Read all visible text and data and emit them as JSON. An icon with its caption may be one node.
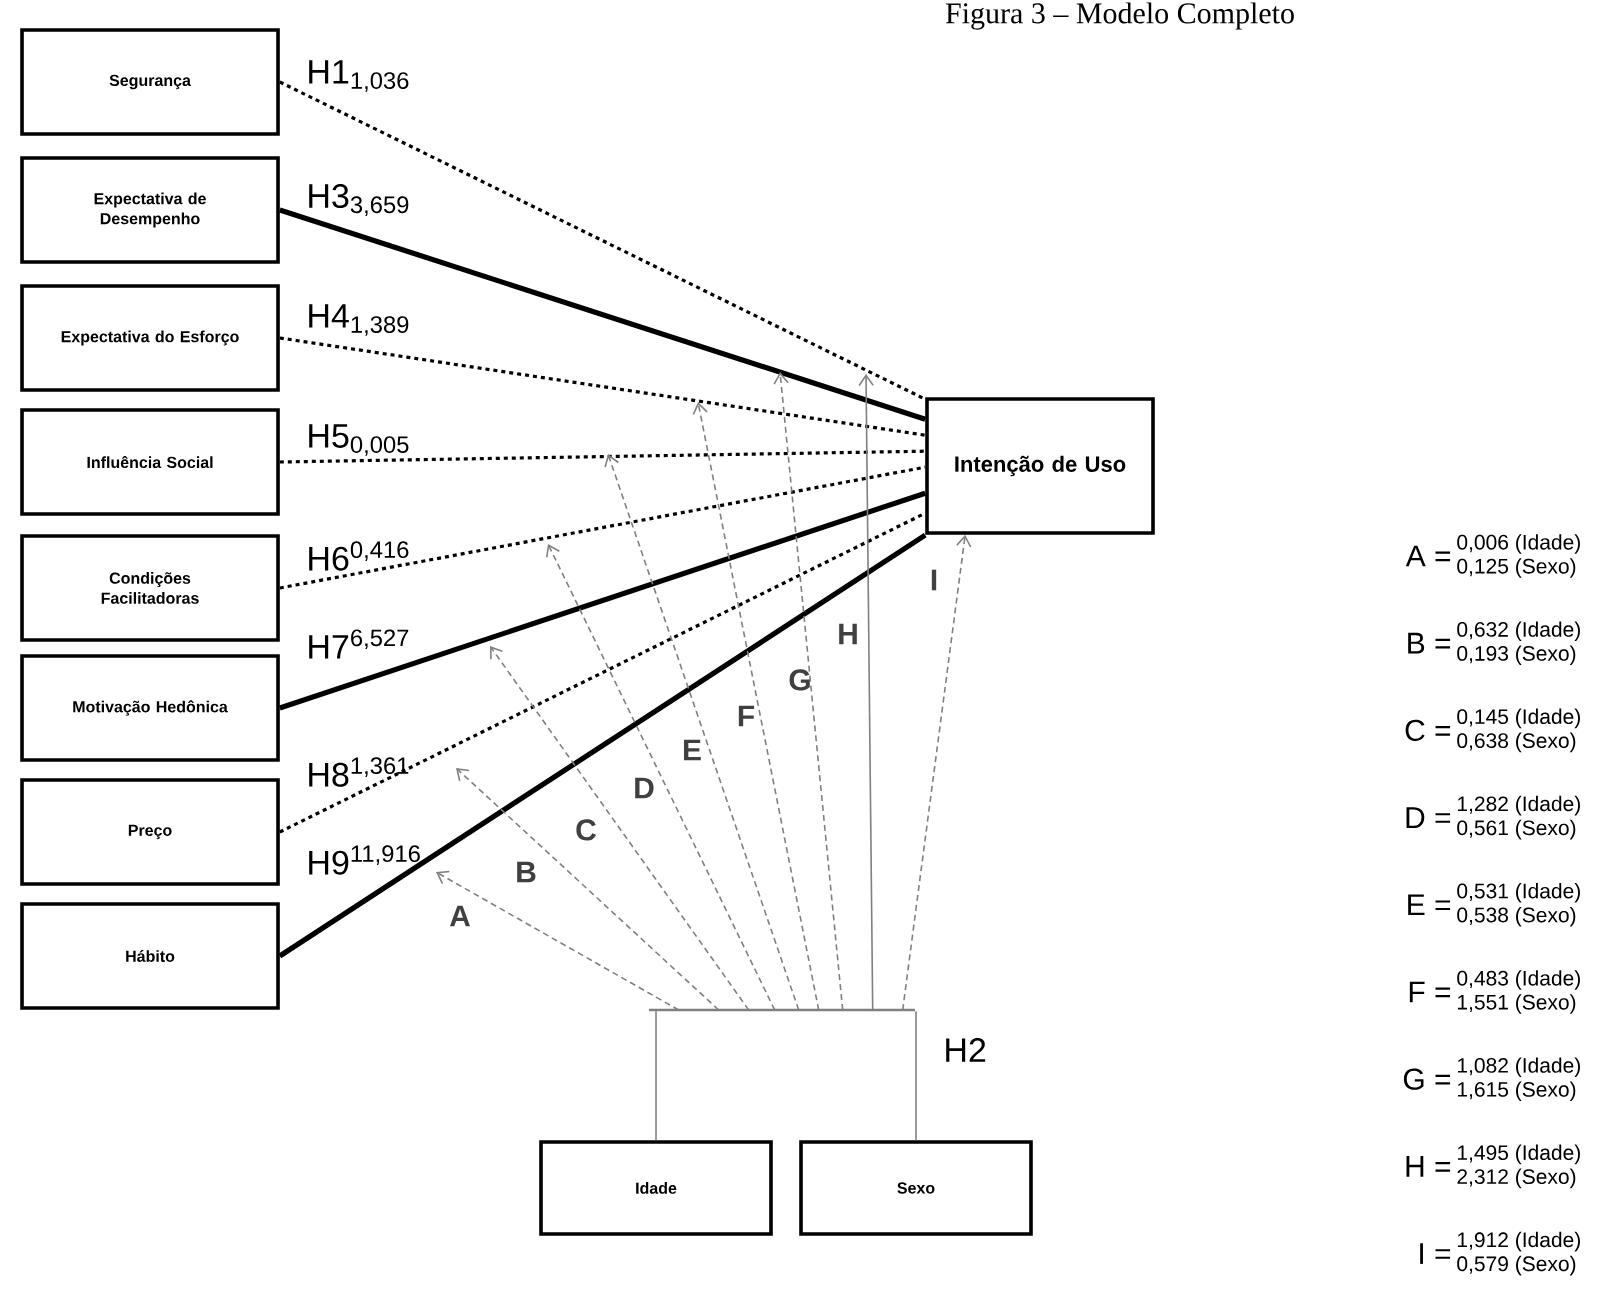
{
  "diagram": {
    "title": "Figura 3 – Modelo Completo",
    "nodes": [
      {
        "text": [
          "Segurança"
        ]
      },
      {
        "text": [
          "Expectativa de Desempenho"
        ]
      },
      {
        "text": [
          "Expectativa do Esforço"
        ]
      },
      {
        "text": [
          "Influência Social"
        ]
      },
      {
        "text": [
          "Condições Facilitadoras"
        ]
      },
      {
        "text": [
          "Motivação Hedônica"
        ]
      },
      {
        "text": [
          "Preço"
        ]
      },
      {
        "text": [
          "Hábito"
        ]
      },
      {
        "text": [
          "Intenção de Uso"
        ]
      },
      {
        "text": [
          "Idade"
        ]
      },
      {
        "text": [
          "Sexo"
        ]
      },
      {
        "text": [],
        "shape": "bar",
        "beside": [
          "H2"
        ]
      }
    ],
    "edges": [
      {
        "from": 0,
        "to": 8,
        "arrow": "none",
        "label": "H1$_{1,036}$",
        "style": "dashed",
        "color": "#000000"
      },
      {
        "from": 1,
        "to": 8,
        "arrow": "none",
        "label": "H3$_{3,659}$",
        "style": "thick",
        "color": "#000000"
      },
      {
        "from": 2,
        "to": 8,
        "arrow": "none",
        "label": "H4$_{1,389}$",
        "style": "dashed",
        "color": "#000000"
      },
      {
        "from": 3,
        "to": 8,
        "arrow": "none",
        "label": "H5$_{0,005}$",
        "style": "dashed",
        "color": "#000000"
      },
      {
        "from": 4,
        "to": 8,
        "arrow": "none",
        "label": "H6$^{0,416}$",
        "style": "dashed",
        "color": "#000000"
      },
      {
        "from": 5,
        "to": 8,
        "arrow": "none",
        "label": "H7$^{6,527}$",
        "style": "thick",
        "color": "#000000"
      },
      {
        "from": 6,
        "to": 8,
        "arrow": "none",
        "label": "H8$^{1,361}$",
        "style": "dashed",
        "color": "#000000"
      },
      {
        "from": 7,
        "to": 8,
        "arrow": "none",
        "label": "H9$^{11,916}$",
        "style": "thick",
        "color": "#000000"
      },
      {
        "from": 9,
        "to": 11,
        "arrow": "none",
        "color": "#808080"
      },
      {
        "from": 10,
        "to": 11,
        "arrow": "none",
        "color": "#808080"
      },
      {
        "from": 11,
        "to": null,
        "arrow": "to",
        "label": "A",
        "style": "dashed",
        "color": "#808080"
      },
      {
        "from": 11,
        "to": null,
        "arrow": "to",
        "label": "B",
        "style": "dashed",
        "color": "#808080"
      },
      {
        "from": 11,
        "to": null,
        "arrow": "to",
        "label": "C",
        "style": "dashed",
        "color": "#808080"
      },
      {
        "from": 11,
        "to": null,
        "arrow": "to",
        "label": "D",
        "style": "dashed",
        "color": "#808080"
      },
      {
        "from": 11,
        "to": null,
        "arrow": "to",
        "label": "E",
        "style": "dashed",
        "color": "#808080"
      },
      {
        "from": 11,
        "to": null,
        "arrow": "to",
        "label": "F",
        "style": "dashed",
        "color": "#808080"
      },
      {
        "from": 11,
        "to": null,
        "arrow": "to",
        "label": "G",
        "style": "dashed",
        "color": "#808080"
      },
      {
        "from": 11,
        "to": null,
        "arrow": "to",
        "label": "H",
        "color": "#808080"
      },
      {
        "from": 11,
        "to": 8,
        "arrow": "to",
        "label": "I",
        "style": "dashed",
        "color": "#808080"
      }
    ],
    "labels": [
      "A =",
      "0,006 (Idade)",
      "0,125 (Sexo)",
      "B =",
      "0,632 (Idade)",
      "0,193 (Sexo)",
      "C =",
      "0,145 (Idade)",
      "0,638 (Sexo)",
      "D =",
      "1,282 (Idade)",
      "0,561 (Sexo)",
      "E =",
      "0,531 (Idade)",
      "0,538 (Sexo)",
      "F =",
      "0,483 (Idade)",
      "1,551 (Sexo)",
      "G =",
      "1,082 (Idade)",
      "1,615 (Sexo)",
      "H =",
      "1,495 (Idade)",
      "2,312 (Sexo)",
      "I =",
      "1,912 (Idade)",
      "0,579 (Sexo)"
    ]
  }
}
